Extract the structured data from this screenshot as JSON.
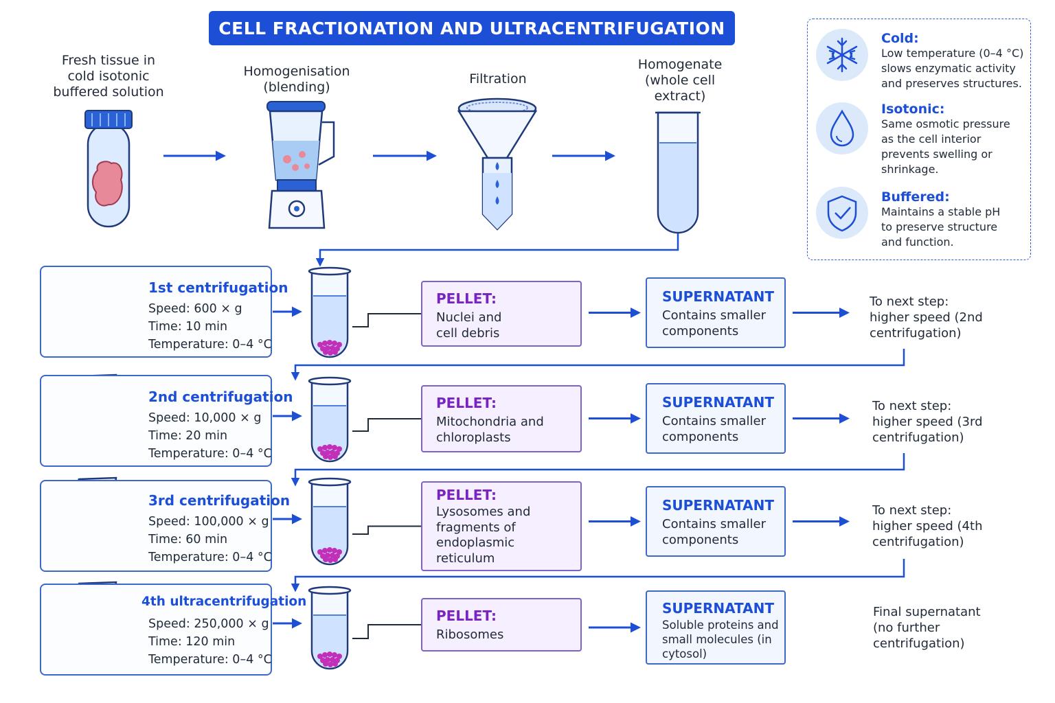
{
  "title": "CELL FRACTIONATION AND ULTRACENTRIFUGATION",
  "top_steps": [
    {
      "label": "Fresh tissue in cold isotonic buffered solution",
      "icon": "tissue-tube-icon"
    },
    {
      "label": "Homogenisation (blending)",
      "icon": "blender-icon"
    },
    {
      "label": "Filtration",
      "icon": "funnel-filter-icon"
    },
    {
      "label": "Homogenate (whole cell extract)",
      "icon": "homogenate-tube-icon"
    }
  ],
  "info": [
    {
      "heading": "Cold:",
      "text": "Low temperature (0–4 °C) slows enzymatic activity and preserves structures.",
      "icon": "snowflake-icon"
    },
    {
      "heading": "Isotonic:",
      "text": "Same osmotic pressure as the cell interior prevents swelling or shrinkage.",
      "icon": "water-drop-icon"
    },
    {
      "heading": "Buffered:",
      "text": "Maintains a stable pH to preserve structure and function.",
      "icon": "shield-check-icon"
    }
  ],
  "steps": [
    {
      "title": "1st centrifugation",
      "speed": "Speed: 600 × g",
      "time": "Time: 10 min",
      "temp": "Temperature: 0–4 °C",
      "pellet_head": "PELLET:",
      "pellet_text": "Nuclei and cell debris",
      "super_head": "SUPERNATANT",
      "super_text": "Contains smaller components",
      "next": "To next step: higher speed (2nd centrifugation)"
    },
    {
      "title": "2nd centrifugation",
      "speed": "Speed: 10,000 × g",
      "time": "Time: 20 min",
      "temp": "Temperature: 0–4 °C",
      "pellet_head": "PELLET:",
      "pellet_text": "Mitochondria and chloroplasts",
      "super_head": "SUPERNATANT",
      "super_text": "Contains smaller components",
      "next": "To next step: higher speed (3rd centrifugation)"
    },
    {
      "title": "3rd centrifugation",
      "speed": "Speed: 100,000 × g",
      "time": "Time: 60 min",
      "temp": "Temperature: 0–4 °C",
      "pellet_head": "PELLET:",
      "pellet_text": "Lysosomes and fragments of endoplasmic reticulum",
      "super_head": "SUPERNATANT",
      "super_text": "Contains smaller components",
      "next": "To next step: higher speed (4th centrifugation)"
    },
    {
      "title": "4th ultracentrifugation",
      "speed": "Speed: 250,000 × g",
      "time": "Time: 120 min",
      "temp": "Temperature: 0–4 °C",
      "pellet_head": "PELLET:",
      "pellet_text": "Ribosomes",
      "super_head": "SUPERNATANT",
      "super_text": "Soluble proteins and small molecules (in cytosol)",
      "next": "Final supernatant (no further centrifugation)"
    }
  ],
  "colors": {
    "accent": "#1c4fd6",
    "pellet": "#7a22c2",
    "liquid": "#cfe2ff",
    "tissue": "#e8899a"
  }
}
